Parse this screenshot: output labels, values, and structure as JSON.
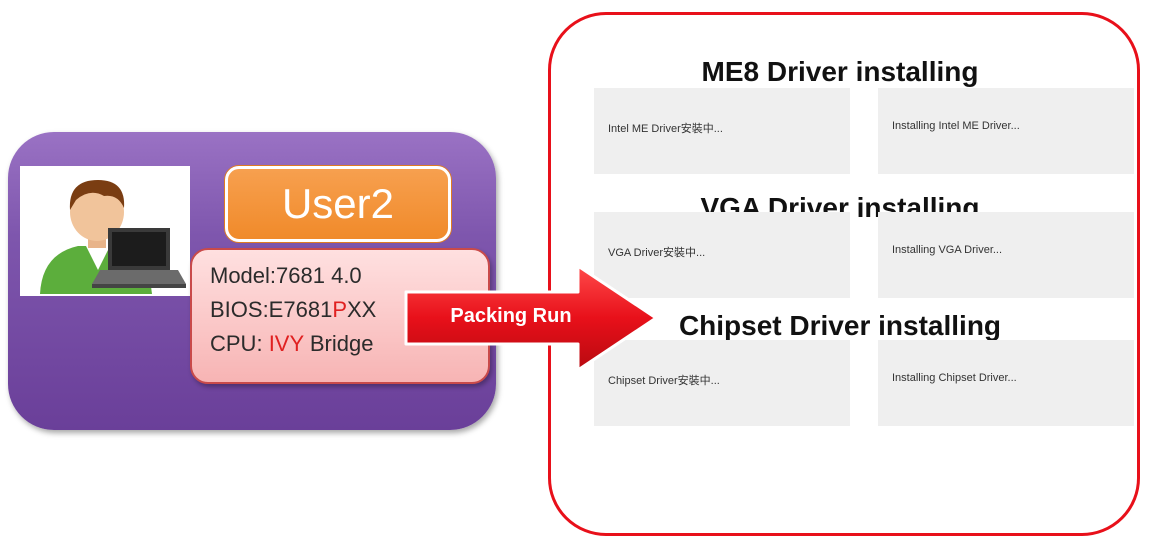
{
  "user": {
    "name": "User2",
    "specs": {
      "model": "Model:7681 4.0",
      "bios_prefix": "BIOS:E7681",
      "bios_highlight": "P",
      "bios_suffix": "XX",
      "cpu_prefix": "CPU: ",
      "cpu_highlight": "IVY",
      "cpu_suffix": " Bridge"
    }
  },
  "arrow": {
    "label": "Packing Run"
  },
  "install": {
    "steps": [
      {
        "title": "ME8 Driver installing",
        "zh_status": "Intel ME Driver安裝中...",
        "en_status": "Installing Intel ME Driver..."
      },
      {
        "title": "VGA Driver installing",
        "zh_status": "VGA Driver安裝中...",
        "en_status": "Installing VGA Driver..."
      },
      {
        "title": "Chipset Driver installing",
        "zh_status": "Chipset Driver安裝中...",
        "en_status": "Installing Chipset Driver..."
      }
    ]
  },
  "colors": {
    "panel_purple": "#7e56ad",
    "label_orange": "#f08a2a",
    "spec_pink": "#f7b4b4",
    "arrow_red": "#e8101a",
    "highlight_red": "#e02020"
  }
}
